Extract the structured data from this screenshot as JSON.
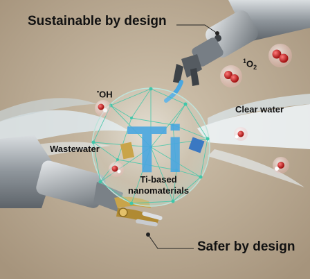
{
  "top_label": "Sustainable by design",
  "bottom_label": "Safer by design",
  "hydroxyl_radical": {
    "dot": "•",
    "text": "OH"
  },
  "singlet_oxygen": {
    "sup": "1",
    "text": "O",
    "sub": "2"
  },
  "clear_water_label": "Clear water",
  "wastewater_label": "Wastewater",
  "sphere_letters": "Ti",
  "center_label": {
    "line1": "Ti-based",
    "line2": "nanomaterials"
  },
  "colors": {
    "background": "#bfb09a",
    "ti_letters": "#4aa7e0",
    "grid_lines": "#3fc7a9",
    "water": "#e9f1f5",
    "oxygen_red": "#d12a2a",
    "robot_metal": "#9aa0a6",
    "gold_hand": "#c9a44a"
  }
}
